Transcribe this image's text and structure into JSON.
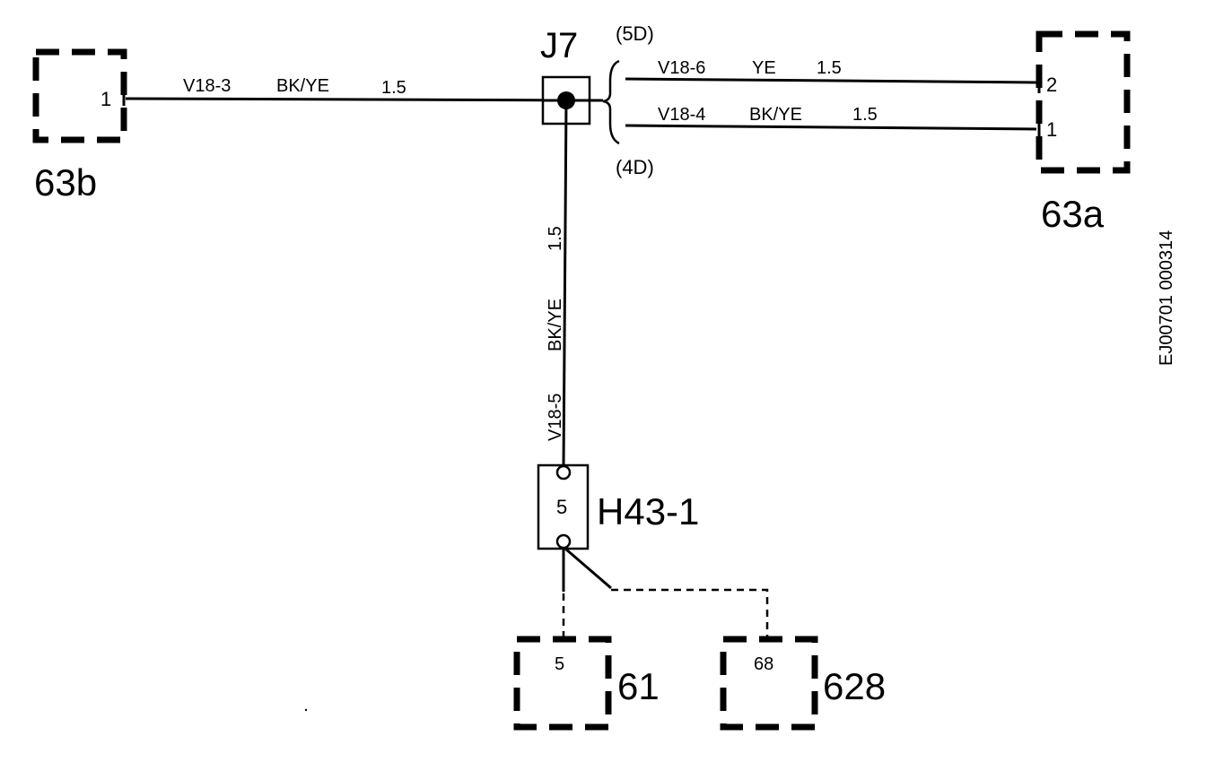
{
  "components": {
    "c63b": {
      "label": "63b",
      "pin": "1"
    },
    "c63a": {
      "label": "63a",
      "pin_top": "2",
      "pin_bottom": "1"
    },
    "splice": {
      "label": "J7",
      "top_note": "(5D)",
      "bottom_note": "(4D)"
    },
    "h43": {
      "label": "H43-1",
      "pin": "5"
    },
    "c61": {
      "label": "61",
      "pin": "5"
    },
    "c628": {
      "label": "628",
      "pin": "68"
    }
  },
  "wires": {
    "w1": {
      "id": "V18-3",
      "color": "BK/YE",
      "size": "1.5"
    },
    "w2": {
      "id": "V18-6",
      "color": "YE",
      "size": "1.5"
    },
    "w3": {
      "id": "V18-4",
      "color": "BK/YE",
      "size": "1.5"
    },
    "w4": {
      "id": "V18-5",
      "color": "BK/YE",
      "size": "1.5"
    }
  },
  "figure_code": "EJ00701 000314"
}
